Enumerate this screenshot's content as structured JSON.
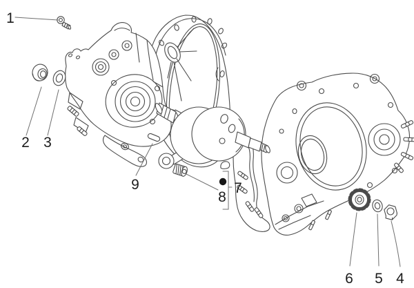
{
  "diagram": {
    "kind": "exploded-parts-diagram",
    "subject": "engine-crankcase-assembly",
    "background_color": "#ffffff",
    "line_color": "#4a4a4a",
    "leader_color": "#6f6f6f",
    "label_color": "#1c1c1c",
    "marker_dot_color": "#161616",
    "callouts": [
      {
        "number": "1",
        "part": "flange-screw"
      },
      {
        "number": "2",
        "part": "flanged-bushing"
      },
      {
        "number": "3",
        "part": "washer"
      },
      {
        "number": "4",
        "part": "hex-nut"
      },
      {
        "number": "5",
        "part": "washer"
      },
      {
        "number": "6",
        "part": "pinion-gear"
      },
      {
        "number": "7",
        "part": "gasket-group"
      },
      {
        "number": "8",
        "part": "knurled-roller-bushing"
      },
      {
        "number": "9",
        "part": "woodruff-key"
      }
    ]
  }
}
